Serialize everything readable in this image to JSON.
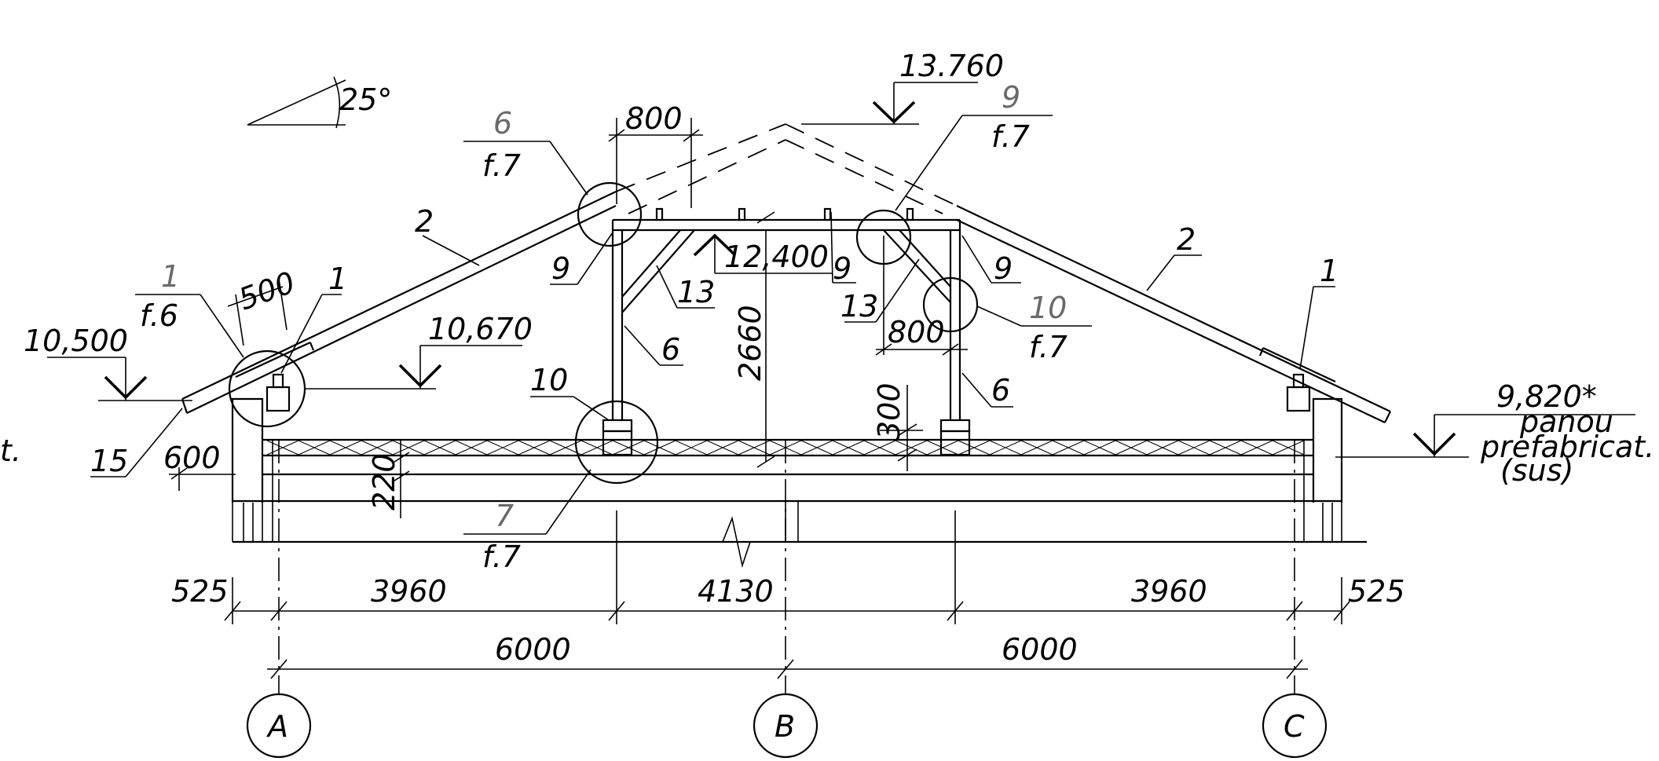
{
  "annotations": {
    "angle": "25°",
    "peak_elevation": "13.760",
    "mid_elevation": "12,400",
    "eave_left_elevation": "10,500",
    "top_plate_elevation": "10,670",
    "right_elevation": "9,820*",
    "right_note_line1": "panou",
    "right_note_line2": "prefabricat.",
    "right_note_line3": "(sus)",
    "left_cut_text": "t."
  },
  "callouts": [
    {
      "id": "c6",
      "num": "6",
      "sheet": "f.7"
    },
    {
      "id": "c9",
      "num": "9",
      "sheet": "f.7"
    },
    {
      "id": "c1",
      "num": "1",
      "sheet": "f.6"
    },
    {
      "id": "c10",
      "num": "10",
      "sheet": "f.7"
    },
    {
      "id": "c7",
      "num": "7",
      "sheet": "f.7"
    }
  ],
  "labels": {
    "rafter_left": "2",
    "rafter_right": "2",
    "post_left": "6",
    "post_right": "6",
    "strut_left": "13",
    "strut_right": "13",
    "tie_left": "9",
    "tie_mid": "9",
    "tie_right": "9",
    "plate_left": "1",
    "plate_right": "1",
    "sill_left": "10",
    "fascia": "15"
  },
  "dimensions": {
    "top_left": "800",
    "inner_right": "800",
    "rafter_overlap": "500",
    "height": "2660",
    "post_step": "300",
    "eave_height": "600",
    "slab": "220",
    "row1": [
      "525",
      "3960",
      "4130",
      "3960",
      "525"
    ],
    "row2": [
      "6000",
      "6000"
    ]
  },
  "axes": [
    "A",
    "B",
    "C"
  ]
}
